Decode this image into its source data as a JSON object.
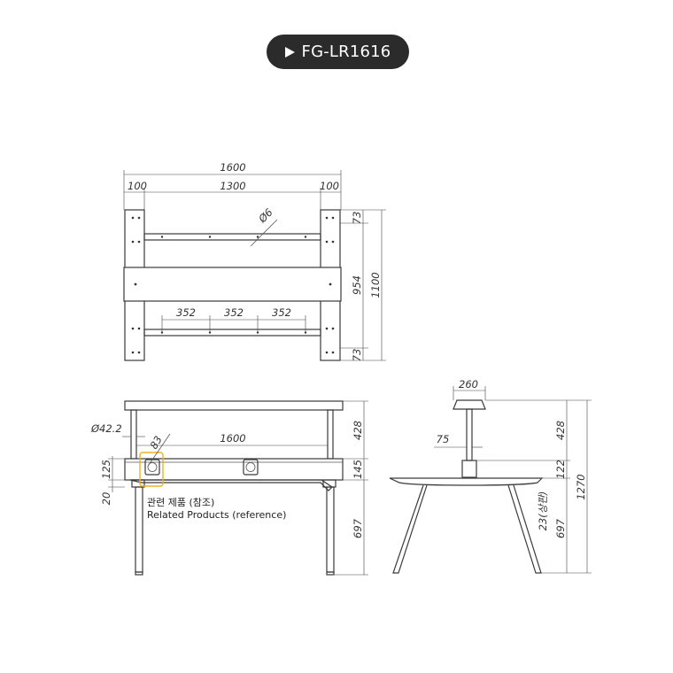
{
  "title": {
    "icon": "play-triangle-icon",
    "text": "FG-LR1616"
  },
  "top_view": {
    "overall_width": "1600",
    "left_margin": "100",
    "inner_width": "1300",
    "right_margin": "100",
    "hole_diameter": "Ø6",
    "spacing": [
      "352",
      "352",
      "352"
    ],
    "top_offset": "73",
    "middle_span": "954",
    "bottom_offset": "73",
    "overall_depth": "1100"
  },
  "front_view": {
    "outlet_diameter": "Ø42.2",
    "outlet_size": "83",
    "outlet_spacing": "1600",
    "panel_height_left": "125",
    "leg_offset": "20",
    "shelf_height": "428",
    "panel_height": "145",
    "table_height": "697",
    "note_ko": "관련 제품 (참조)",
    "note_en": "Related Products (reference)",
    "note_color": "#f0b020"
  },
  "side_view": {
    "lamp_width": "260",
    "post_width": "75",
    "lamp_height": "428",
    "stem_height": "122",
    "top_thickness": "23(상판)",
    "table_height": "697",
    "overall_height": "1270"
  }
}
